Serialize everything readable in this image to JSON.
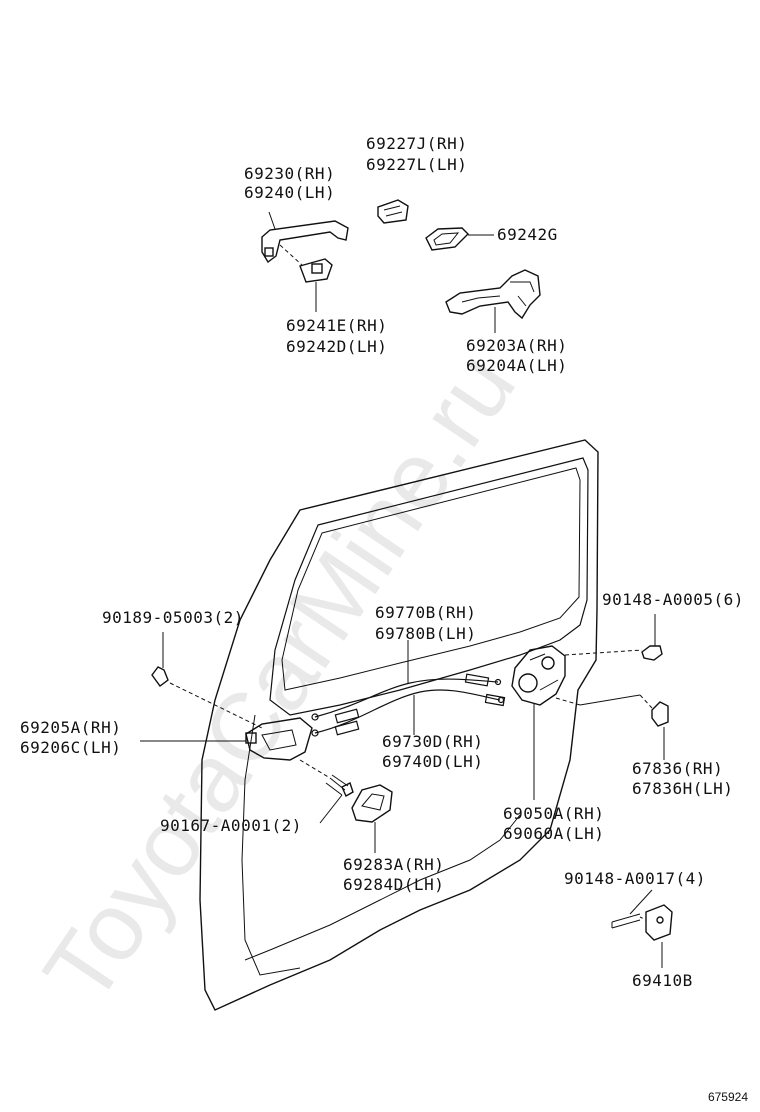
{
  "watermark": "ToyotaCarMine.ru",
  "figure_number": "675924",
  "labels": {
    "p69227J": "69227J(RH)",
    "p69227L": "69227L(LH)",
    "p69230": "69230(RH)",
    "p69240": "69240(LH)",
    "p69242G": "69242G",
    "p69241E": "69241E(RH)",
    "p69242D": "69242D(LH)",
    "p69203A": "69203A(RH)",
    "p69204A": "69204A(LH)",
    "p90189": "90189-05003(2)",
    "p69770B": "69770B(RH)",
    "p69780B": "69780B(LH)",
    "p90148a": "90148-A0005(6)",
    "p69205A": "69205A(RH)",
    "p69206C": "69206C(LH)",
    "p69730D": "69730D(RH)",
    "p69740D": "69740D(LH)",
    "p67836": "67836(RH)",
    "p67836H": "67836H(LH)",
    "p69050A": "69050A(RH)",
    "p69060A": "69060A(LH)",
    "p90167": "90167-A0001(2)",
    "p69283A": "69283A(RH)",
    "p69284D": "69284D(LH)",
    "p90148b": "90148-A0017(4)",
    "p69410B": "69410B"
  }
}
